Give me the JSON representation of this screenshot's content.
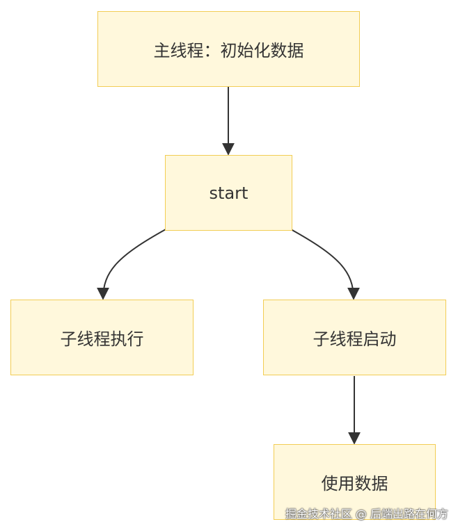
{
  "nodes": {
    "init": "主线程：初始化数据",
    "start": "start",
    "child_exec": "子线程执行",
    "child_start": "子线程启动",
    "use_data": "使用数据"
  },
  "edges": [
    {
      "from": "init",
      "to": "start"
    },
    {
      "from": "start",
      "to": "child_exec"
    },
    {
      "from": "start",
      "to": "child_start"
    },
    {
      "from": "child_start",
      "to": "use_data"
    }
  ],
  "watermark": "掘金技术社区 @ 后端出路在何方",
  "colors": {
    "node_fill": "#fff8dc",
    "node_border": "#f2cd54",
    "edge": "#333333",
    "text": "#333333"
  }
}
